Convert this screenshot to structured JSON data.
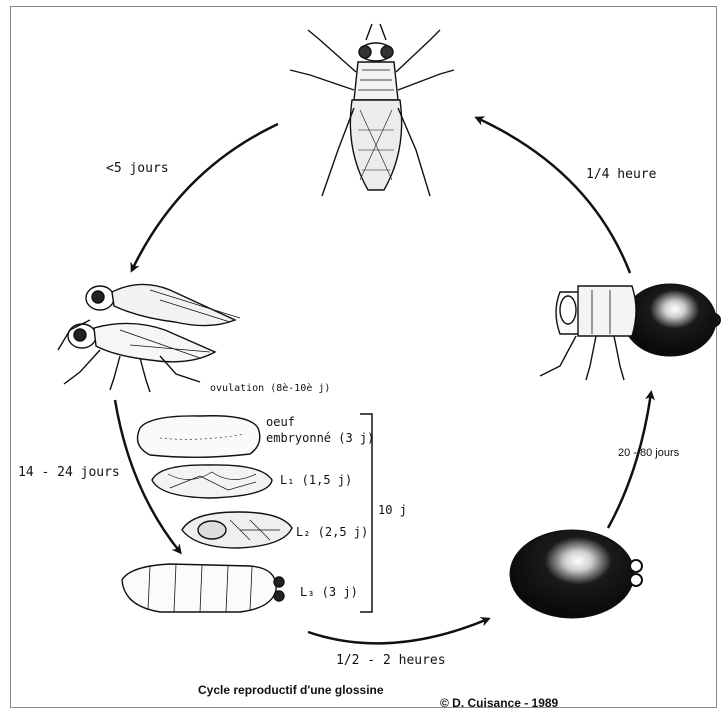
{
  "diagram": {
    "durations": {
      "adult_to_mating": "<5 jours",
      "mating_to_larva": "14 - 24 jours",
      "larva_to_pupa": "1/2 - 2 heures",
      "pupa_to_emergence": "20 - 80 jours",
      "emergence_to_adult": "1/4 heure"
    },
    "ovulation": "ovulation (8è-10è j)",
    "stages": {
      "egg_line1": "oeuf",
      "egg_line2": "embryonné (3 j)",
      "l1": "L₁ (1,5 j)",
      "l2": "L₂ (2,5 j)",
      "l3": "L₃ (3 j)",
      "total": "10 j"
    },
    "caption": "Cycle reproductif d'une glossine",
    "copyright": "© D. Cuisance - 1989"
  }
}
